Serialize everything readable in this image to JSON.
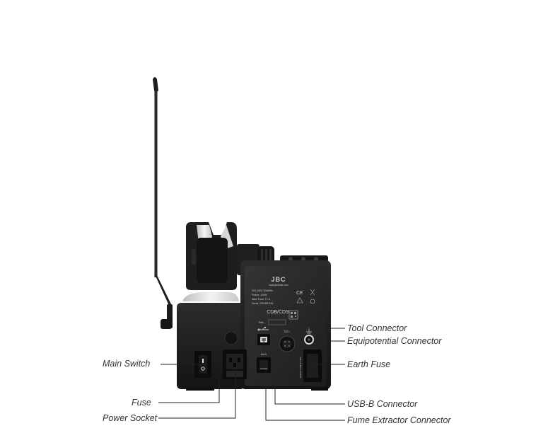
{
  "device": {
    "brand": "JBC",
    "website": "www.jbctools.com",
    "spec_lines": [
      "220-240V 50/60Hz",
      "Power: 120W",
      "Main Fuse: T1.6",
      "Serial: 220183-044"
    ],
    "model": "CDB/CDS",
    "ref_label": "Ref.:",
    "tool_label": "TOOL",
    "aux_label": "AUX",
    "fuse_side_text": "EARTH FUSE F1.25A"
  },
  "callouts": {
    "main_switch": "Main Switch",
    "fuse": "Fuse",
    "power_socket": "Power Socket",
    "tool_connector": "Tool Connector",
    "equipotential_connector": "Equipotential Connector",
    "earth_fuse": "Earth Fuse",
    "usb_b_connector": "USB-B Connector",
    "fume_extractor_connector": "Fume Extractor Connector"
  },
  "colors": {
    "body": "#1b1b1c",
    "panel": "#2a2a2b",
    "callout_text": "#333333",
    "leader_line": "#222222"
  }
}
